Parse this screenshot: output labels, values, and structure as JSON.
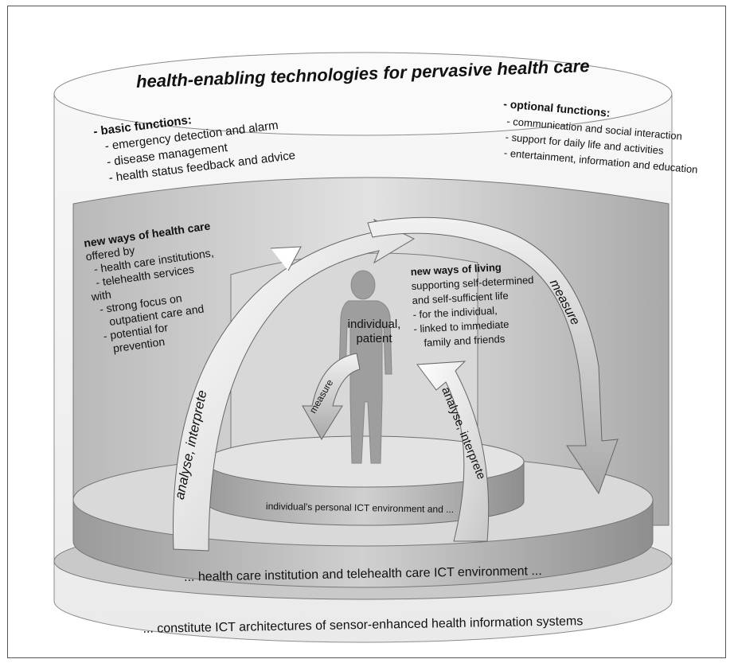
{
  "title": "health-enabling technologies for pervasive health care",
  "basic_functions": {
    "heading": "- basic functions:",
    "items": [
      "- emergency detection and alarm",
      "- disease management",
      "- health status feedback and advice"
    ]
  },
  "optional_functions": {
    "heading": "- optional functions:",
    "items": [
      "- communication and social interaction",
      "- support for daily life and activities",
      "- entertainment, information and education"
    ]
  },
  "new_ways_health_care": {
    "heading": "new ways of health care",
    "lines": [
      "offered by",
      "- health care institutions,",
      "- telehealth services",
      "with",
      "- strong focus on",
      "outpatient care and",
      "- potential for",
      "prevention"
    ]
  },
  "new_ways_living": {
    "heading": "new ways of living",
    "lines": [
      "supporting self-determined",
      "and self-sufficient life",
      "- for the individual,",
      "- linked to immediate",
      "family and friends"
    ]
  },
  "individual": [
    "individual,",
    "patient"
  ],
  "arrows": {
    "outer_left": "analyse, interprete",
    "outer_right": "measure",
    "inner_left": "measure",
    "inner_right": "analyse, interprete"
  },
  "inner_platform_label": "individual's personal ICT environment and ...",
  "outer_platform_label": "... health care institution and telehealth care ICT environment ...",
  "bottom_label": "... constitute ICT architectures of sensor-enhanced health information systems"
}
